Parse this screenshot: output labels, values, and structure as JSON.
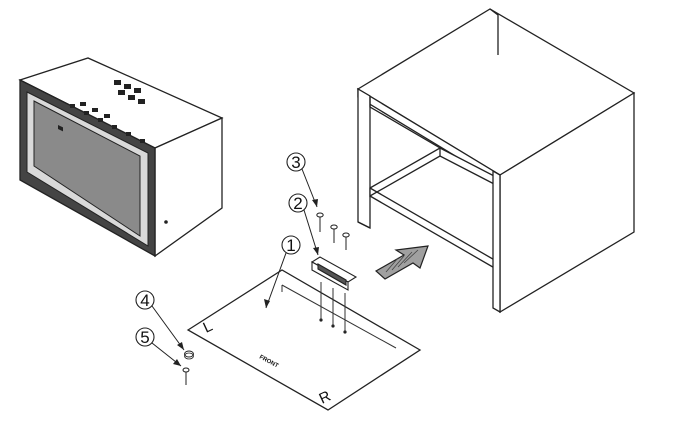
{
  "callouts": [
    {
      "id": "1",
      "label": "1"
    },
    {
      "id": "2",
      "label": "2"
    },
    {
      "id": "3",
      "label": "3"
    },
    {
      "id": "4",
      "label": "4"
    },
    {
      "id": "5",
      "label": "5"
    }
  ],
  "template": {
    "front_label": "FRONT",
    "left_mark": "L",
    "right_mark": "R"
  },
  "colors": {
    "line": "#222222",
    "tv_bezel": "#3a3a3a",
    "tv_screen": "#8a8a8a",
    "arrow_fill": "#9a9a9a"
  }
}
